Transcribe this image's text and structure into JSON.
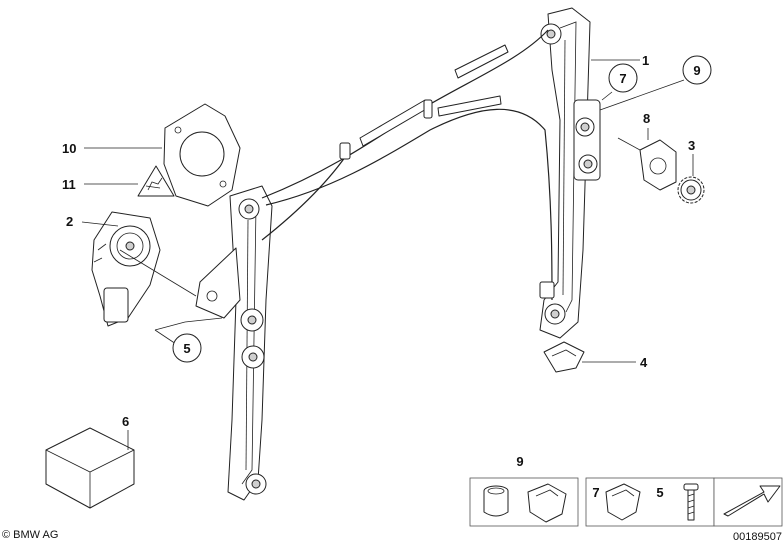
{
  "callouts": {
    "c1": "1",
    "c2": "2",
    "c3": "3",
    "c4": "4",
    "c5": "5",
    "c6": "6",
    "c7": "7",
    "c8": "8",
    "c9": "9",
    "c10": "10",
    "c11": "11"
  },
  "kit": {
    "left_label": "9",
    "right_label_a": "7",
    "right_label_b": "5"
  },
  "footer": {
    "brand": "© BMW AG",
    "diagram_number": "00189507"
  }
}
